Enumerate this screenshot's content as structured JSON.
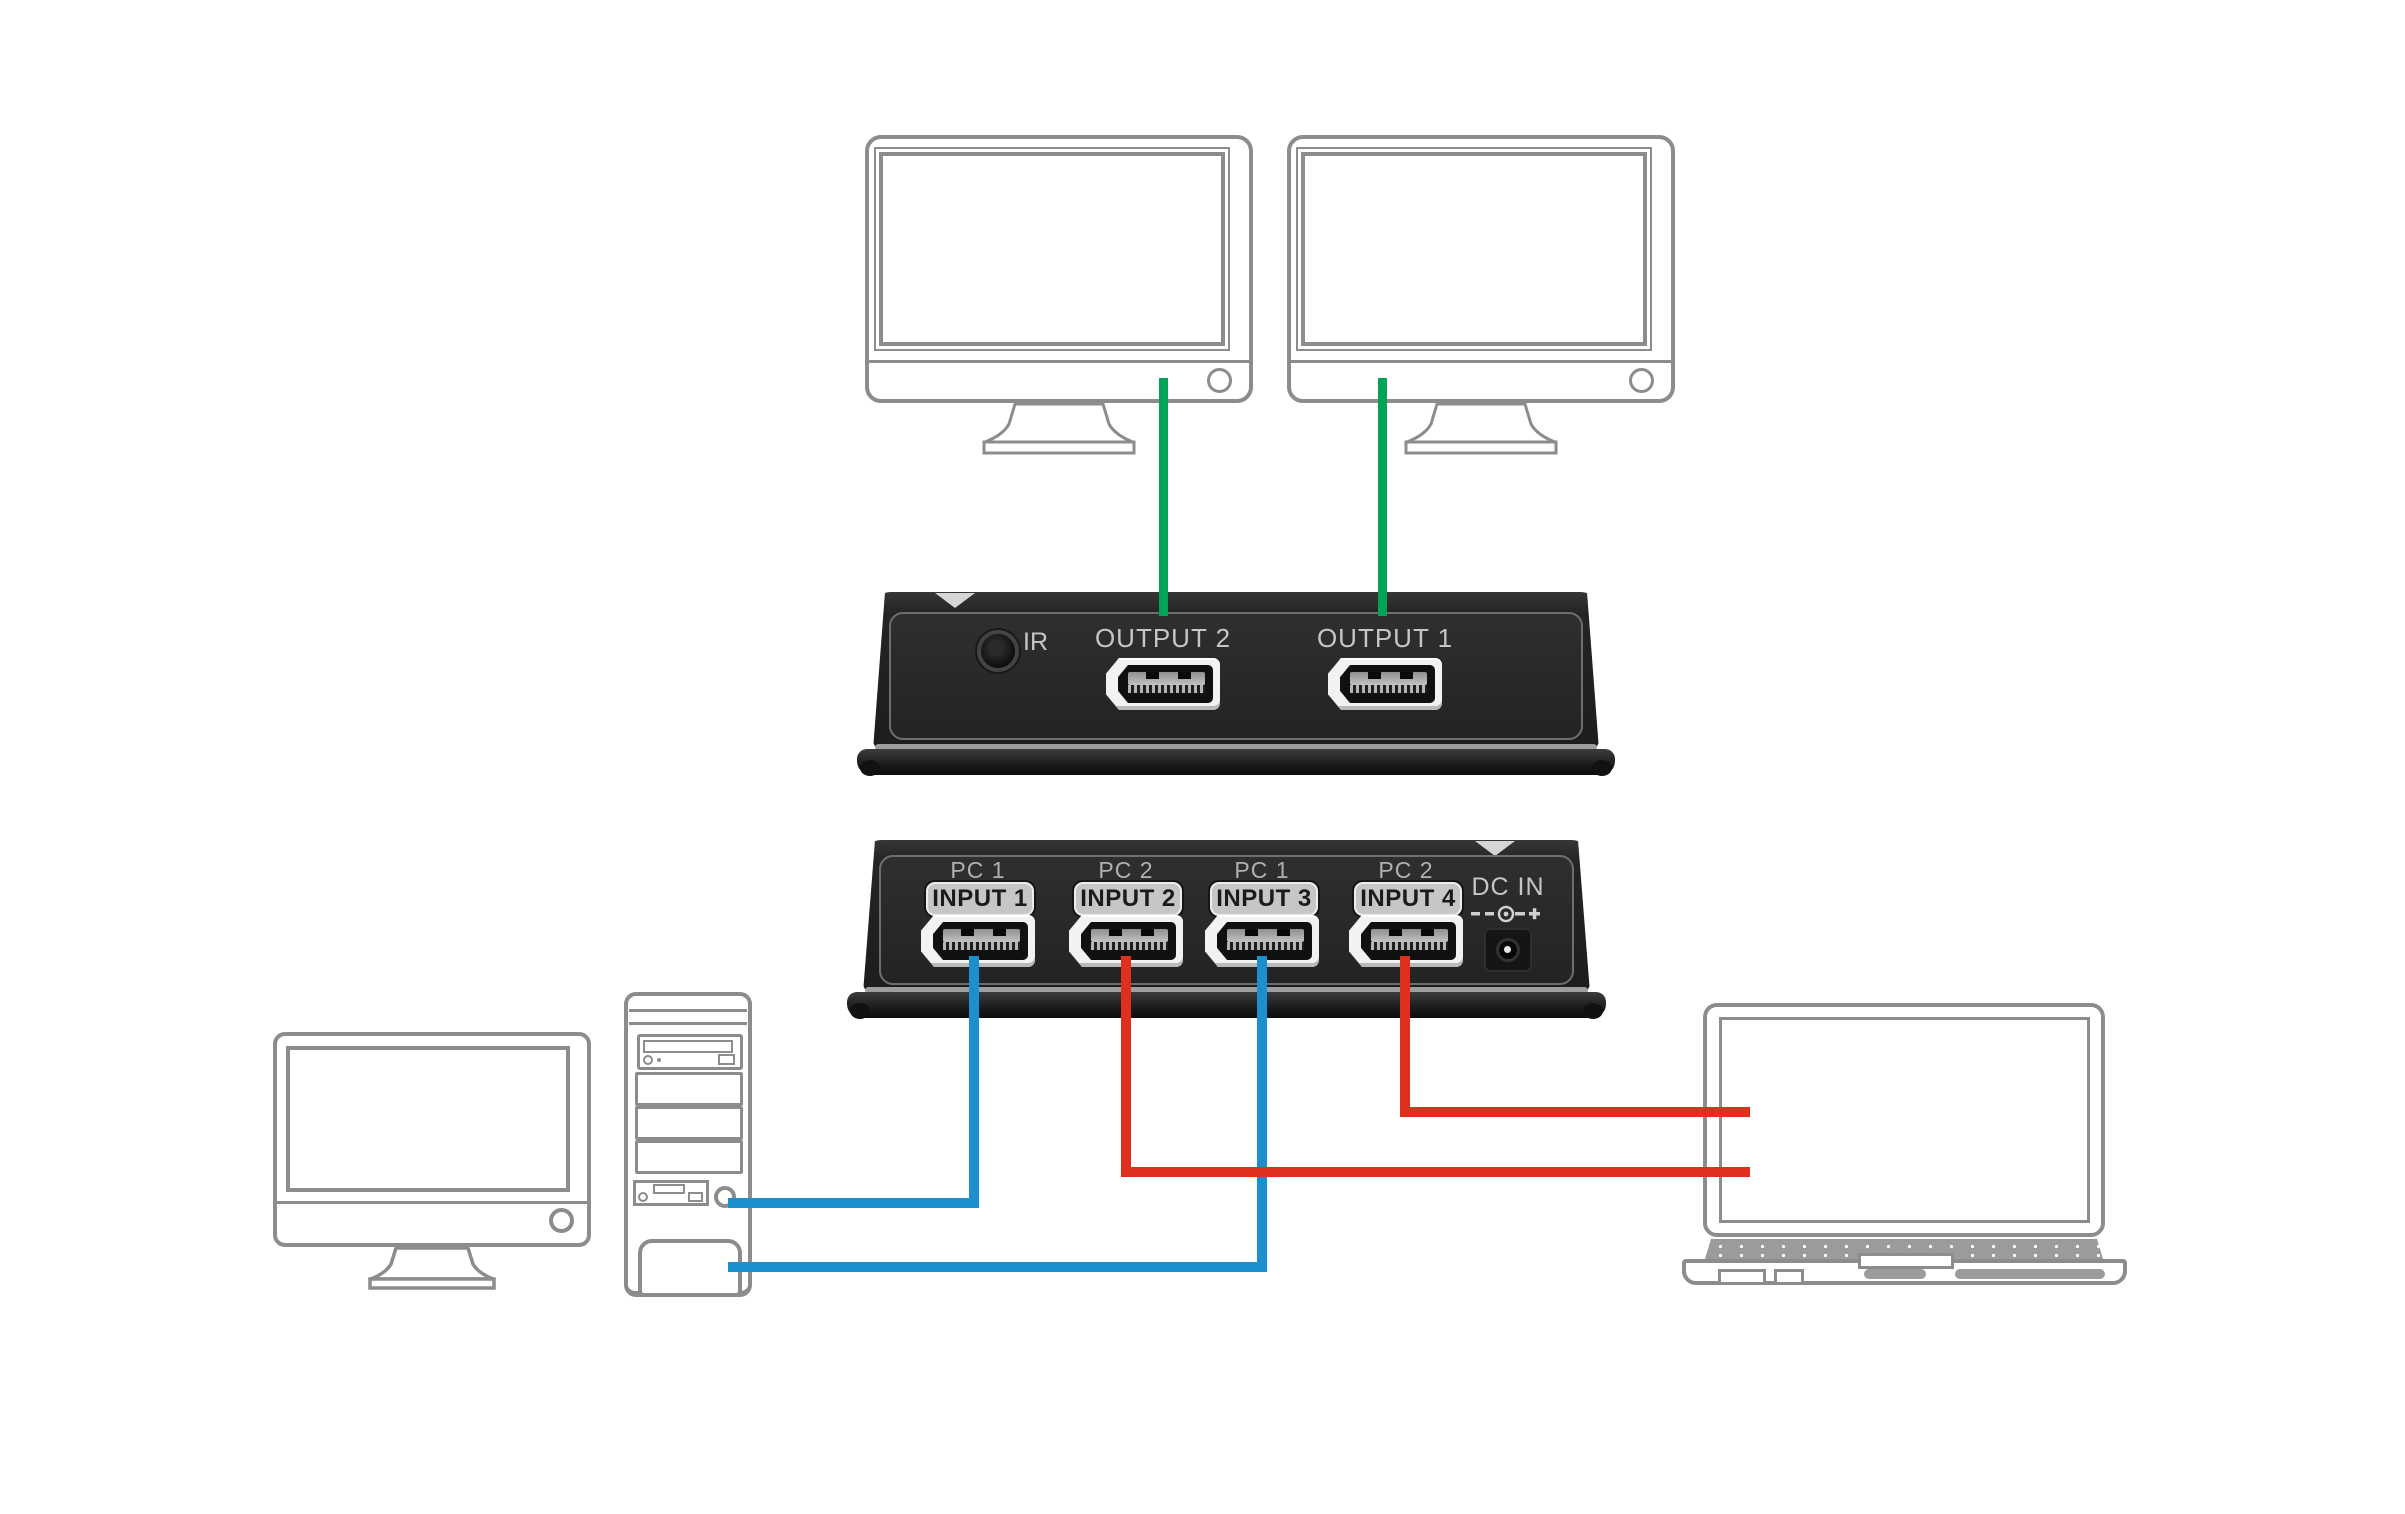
{
  "diagram": {
    "description_labels": {
      "ir": "IR",
      "dc_in": "DC IN"
    },
    "output_switch": {
      "ir_label": "IR",
      "ports": [
        {
          "label": "OUTPUT 2",
          "cable": "green",
          "connected_to": "monitor-1"
        },
        {
          "label": "OUTPUT 1",
          "cable": "green",
          "connected_to": "monitor-2"
        }
      ]
    },
    "input_switch": {
      "port_groups": [
        {
          "pc_label": "PC 1",
          "input_label": "INPUT 1",
          "cable": "blue",
          "connected_to": "desktop-pc"
        },
        {
          "pc_label": "PC 2",
          "input_label": "INPUT 2",
          "cable": "red",
          "connected_to": "laptop"
        },
        {
          "pc_label": "PC 1",
          "input_label": "INPUT 3",
          "cable": "blue",
          "connected_to": "desktop-pc"
        },
        {
          "pc_label": "PC 2",
          "input_label": "INPUT 4",
          "cable": "red",
          "connected_to": "laptop"
        }
      ],
      "dc_in_label": "DC IN"
    },
    "connections": [
      {
        "from": "monitor-1",
        "to": "OUTPUT 2",
        "color": "green"
      },
      {
        "from": "monitor-2",
        "to": "OUTPUT 1",
        "color": "green"
      },
      {
        "from": "desktop-pc",
        "to": "INPUT 1",
        "color": "blue"
      },
      {
        "from": "desktop-pc",
        "to": "INPUT 3",
        "color": "blue"
      },
      {
        "from": "laptop",
        "to": "INPUT 2",
        "color": "red"
      },
      {
        "from": "laptop",
        "to": "INPUT 4",
        "color": "red"
      }
    ],
    "palette": {
      "cable_green": "#00a457",
      "cable_blue": "#1c8fce",
      "cable_red": "#de301c",
      "device_body": "#242424",
      "device_panel": "#2a2a2a",
      "outline_gray": "#8c8c8c",
      "label_gray": "#c6c6c6",
      "input_box_bg": "#c6c6c6"
    }
  }
}
